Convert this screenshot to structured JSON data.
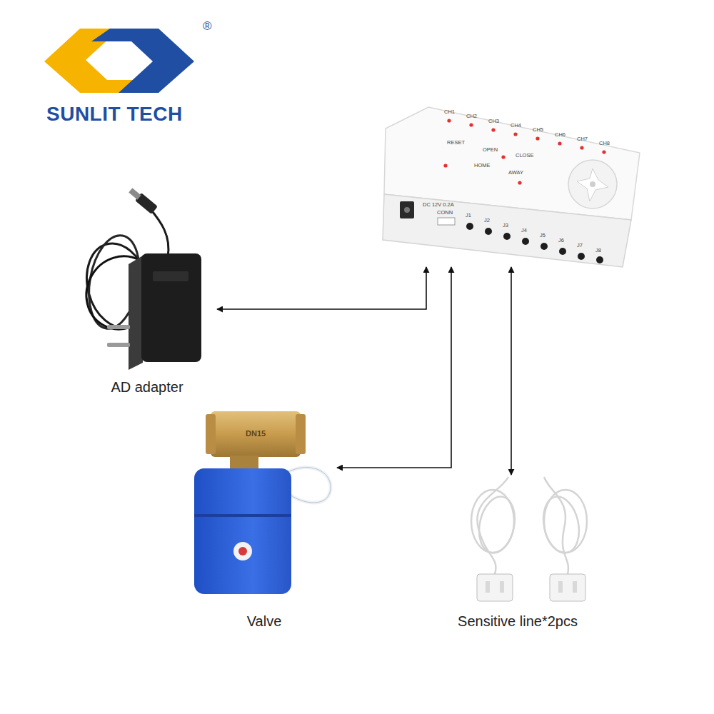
{
  "diagram": {
    "nodes": [
      {
        "text": [
          "CH1",
          "CH2",
          "CH3",
          "CH4",
          "CH5",
          "CH6",
          "CH7",
          "CH8",
          "RESET",
          "OPEN",
          "CLOSE",
          "HOME",
          "AWAY",
          "DC 12V 0.2A",
          "CONN",
          "J1",
          "J2",
          "J3",
          "J4",
          "J5",
          "J6",
          "J7",
          "J8"
        ]
      },
      {
        "text": [
          "AD adapter"
        ]
      },
      {
        "text": [
          "Valve"
        ]
      },
      {
        "text": [
          "Sensitive line*2pcs"
        ]
      }
    ],
    "edges": [
      {
        "from": 0,
        "to": 1,
        "arrow": "both"
      },
      {
        "from": 0,
        "to": 2,
        "arrow": "both"
      },
      {
        "from": 0,
        "to": 3,
        "arrow": "both"
      }
    ],
    "labels": [
      "SUNLIT TECH",
      "®",
      "DN15"
    ]
  }
}
